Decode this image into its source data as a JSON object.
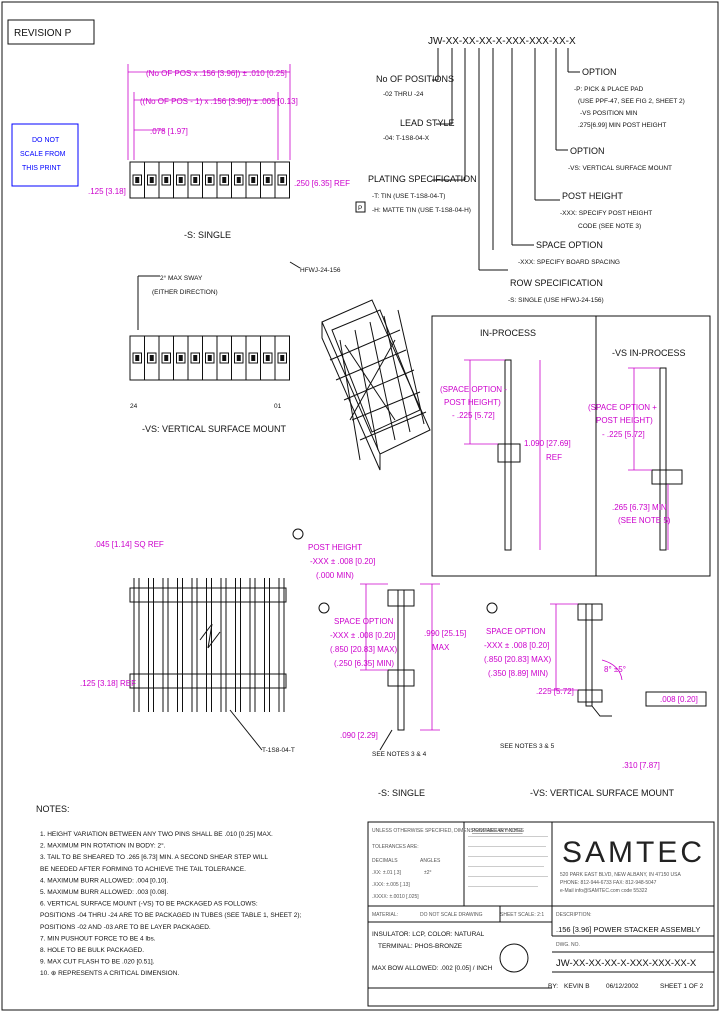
{
  "revision": "REVISION P",
  "part_template": "JW-XX-XX-XX-X-XXX-XXX-XX-X",
  "do_not_scale": [
    "DO NOT",
    "SCALE FROM",
    "THIS PRINT"
  ],
  "spec_items": [
    {
      "title": "No OF POSITIONS",
      "desc": "-02 THRU -24"
    },
    {
      "title": "LEAD STYLE",
      "desc": "-04: T-1S8-04-X"
    },
    {
      "title": "PLATING SPECIFICATION",
      "desc1": "-T: TIN (USE T-1S8-04-T)",
      "desc2": "-H: MATTE TIN (USE T-1S8-04-H)"
    },
    {
      "title": "OPTION",
      "desc1": "-P: PICK & PLACE PAD",
      "desc2": "(USE PPF-47, SEE FIG 2, SHEET 2)",
      "desc3": "-VS POSITION MIN",
      "desc4": ".275[6.99] MIN POST HEIGHT"
    },
    {
      "title": "OPTION",
      "desc1": "-VS: VERTICAL SURFACE MOUNT"
    },
    {
      "title": "POST HEIGHT",
      "desc1": "-XXX: SPECIFY POST HEIGHT",
      "desc2": "CODE (SEE NOTE 3)"
    },
    {
      "title": "SPACE OPTION",
      "desc1": "-XXX: SPECIFY BOARD SPACING"
    },
    {
      "title": "ROW SPECIFICATION",
      "desc1": "-S: SINGLE (USE HFWJ-24-156)"
    }
  ],
  "dims": {
    "d1": "(No OF POS x .156 [3.96]) ± .010 [0.25]",
    "d2": "((No OF POS - 1) x .156 [3.96]) ± .005 [0.13]",
    "d3": ".078 [1.97]",
    "d4": ".125 [3.18]",
    "d5": ".250 [6.35] REF",
    "d6": "2° MAX SWAY",
    "d7": "(EITHER DIRECTION)",
    "d8": "HFWJ-24-156",
    "pos24": "24",
    "pos01": "01",
    "d9": ".045 [1.14] SQ REF",
    "d10": ".125 [3.18] REF",
    "d11": ".090 [2.29]",
    "d12": "T-1S8-04-T",
    "d13": "SEE NOTES 3 & 4",
    "d14": "SEE NOTES 3 & 5",
    "d15": ".310 [7.87]",
    "d16": ".008 [0.20]",
    "d17": "8° ±5°",
    "d18": ".225 [5.72]"
  },
  "labels": {
    "single": "-S: SINGLE",
    "vsm": "-VS: VERTICAL SURFACE MOUNT",
    "single2": "-S: SINGLE",
    "vsm2": "-VS: VERTICAL SURFACE MOUNT",
    "inprocess": "IN-PROCESS",
    "vsinprocess": "-VS IN-PROCESS"
  },
  "inprocess": {
    "space": "(SPACE OPTION -",
    "space2": "POST HEIGHT)",
    "space3": "- .225 [5.72]",
    "len": "1.090 [27.69]",
    "len2": "REF",
    "vs_space": "(SPACE OPTION +",
    "vs_space2": "POST HEIGHT)",
    "vs_space3": "- .225 [5.72]",
    "vs_min": ".265 [6.73] MIN",
    "vs_note": "(SEE NOTE 5)"
  },
  "side": {
    "post_title": "POST HEIGHT",
    "post1": "-XXX ± .008 [0.20]",
    "post2": "(.000 MIN)",
    "space_title": "SPACE OPTION",
    "space1": "-XXX ± .008 [0.20]",
    "space2": "(.850 [20.83] MAX)",
    "space3": "(.250 [6.35] MIN)",
    "max1": ".990 [25.15]",
    "max2": "MAX",
    "vs_space_title": "SPACE OPTION",
    "vs_space1": "-XXX ± .008 [0.20]",
    "vs_space2": "(.850 [20.83] MAX)",
    "vs_space3": "(.350 [8.89] MIN)"
  },
  "notes_title": "NOTES:",
  "notes": [
    "1. HEIGHT VARIATION BETWEEN ANY TWO PINS SHALL BE .010 [0.25] MAX.",
    "2. MAXIMUM PIN ROTATION IN BODY: 2°.",
    "3. TAIL TO BE SHEARED TO .265 [6.73] MIN. A SECOND SHEAR STEP WILL",
    "   BE NEEDED AFTER FORMING TO ACHIEVE THE TAIL TOLERANCE.",
    "4. MAXIMUM BURR ALLOWED: .004 [0.10].",
    "5. MAXIMUM BURR ALLOWED: .003 [0.08].",
    "6. VERTICAL SURFACE MOUNT (-VS) TO BE PACKAGED AS FOLLOWS:",
    "   POSITIONS -04 THRU -24 ARE TO BE PACKAGED IN TUBES (SEE TABLE 1, SHEET 2);",
    "   POSITIONS -02 AND -03 ARE TO BE LAYER PACKAGED.",
    "7. MIN PUSHOUT FORCE TO BE 4 lbs.",
    "8. HOLE TO BE BULK PACKAGED.",
    "9. MAX CUT FLASH TO BE .020 [0.51].",
    "10. ⊕ REPRESENTS A CRITICAL DIMENSION."
  ],
  "titleblock": {
    "unless": "UNLESS OTHERWISE SPECIFIED, DIMENSIONS ARE IN INCHES",
    "tol": "TOLERANCES ARE:",
    "decimals": "DECIMALS",
    "angles": "ANGLES",
    "x1": ".XX: ±.01 [.3]",
    "x2": ".XXX: ±.005 [.13]",
    "x3": ".XXXX: ±.0010 [.025]",
    "ang": "±2°",
    "prop": "PROPRIETARY NOTE",
    "company": "SAMTEC",
    "material_lbl": "MATERIAL:",
    "material1": "INSULATOR: LCP, COLOR: NATURAL",
    "material2": "TERMINAL: PHOS-BRONZE",
    "bow": "MAX BOW ALLOWED: .002 [0.05] / INCH",
    "description_lbl": "DESCRIPTION:",
    "description": ".156 [3.96] POWER STACKER ASSEMBLY",
    "dwg_lbl": "DWG. NO.",
    "dwg": "JW-XX-XX-XX-X-XXX-XXX-XX-X",
    "by_lbl": "BY:",
    "by": "KEVIN B",
    "date": "06/12/2002",
    "sheet": "SHEET 1 OF 2",
    "scale": "DO NOT SCALE DRAWING",
    "sheet_scale": "SHEET SCALE: 2:1",
    "address": "520 PARK EAST BLVD, NEW ALBANY, IN 47150 USA",
    "phone": "PHONE: 812-944-6733  FAX: 812-948-5047",
    "email": "e-Mail info@SAMTEC.com  code 55322"
  }
}
